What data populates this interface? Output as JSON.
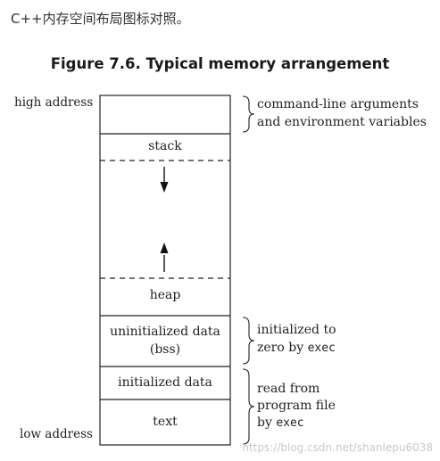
{
  "intro_text": "C++内存空间布局图标对照。",
  "figure_title": "Figure 7.6. Typical memory arrangement",
  "labels": {
    "high_address": "high address",
    "low_address": "low address"
  },
  "segments": {
    "stack": "stack",
    "heap": "heap",
    "bss_line1": "uninitialized data",
    "bss_line2": "(bss)",
    "initialized_data": "initialized data",
    "text": "text"
  },
  "annotations": {
    "top_line1": "command-line arguments",
    "top_line2": "and environment variables",
    "bss_line1": "initialized to",
    "bss_line2_prefix": "zero by ",
    "bss_line2_code": "exec",
    "bottom_line1": "read from",
    "bottom_line2": "program file",
    "bottom_line3_prefix": "by ",
    "bottom_line3_code": "exec"
  },
  "watermark": "https://blog.csdn.net/shanlepu6038"
}
